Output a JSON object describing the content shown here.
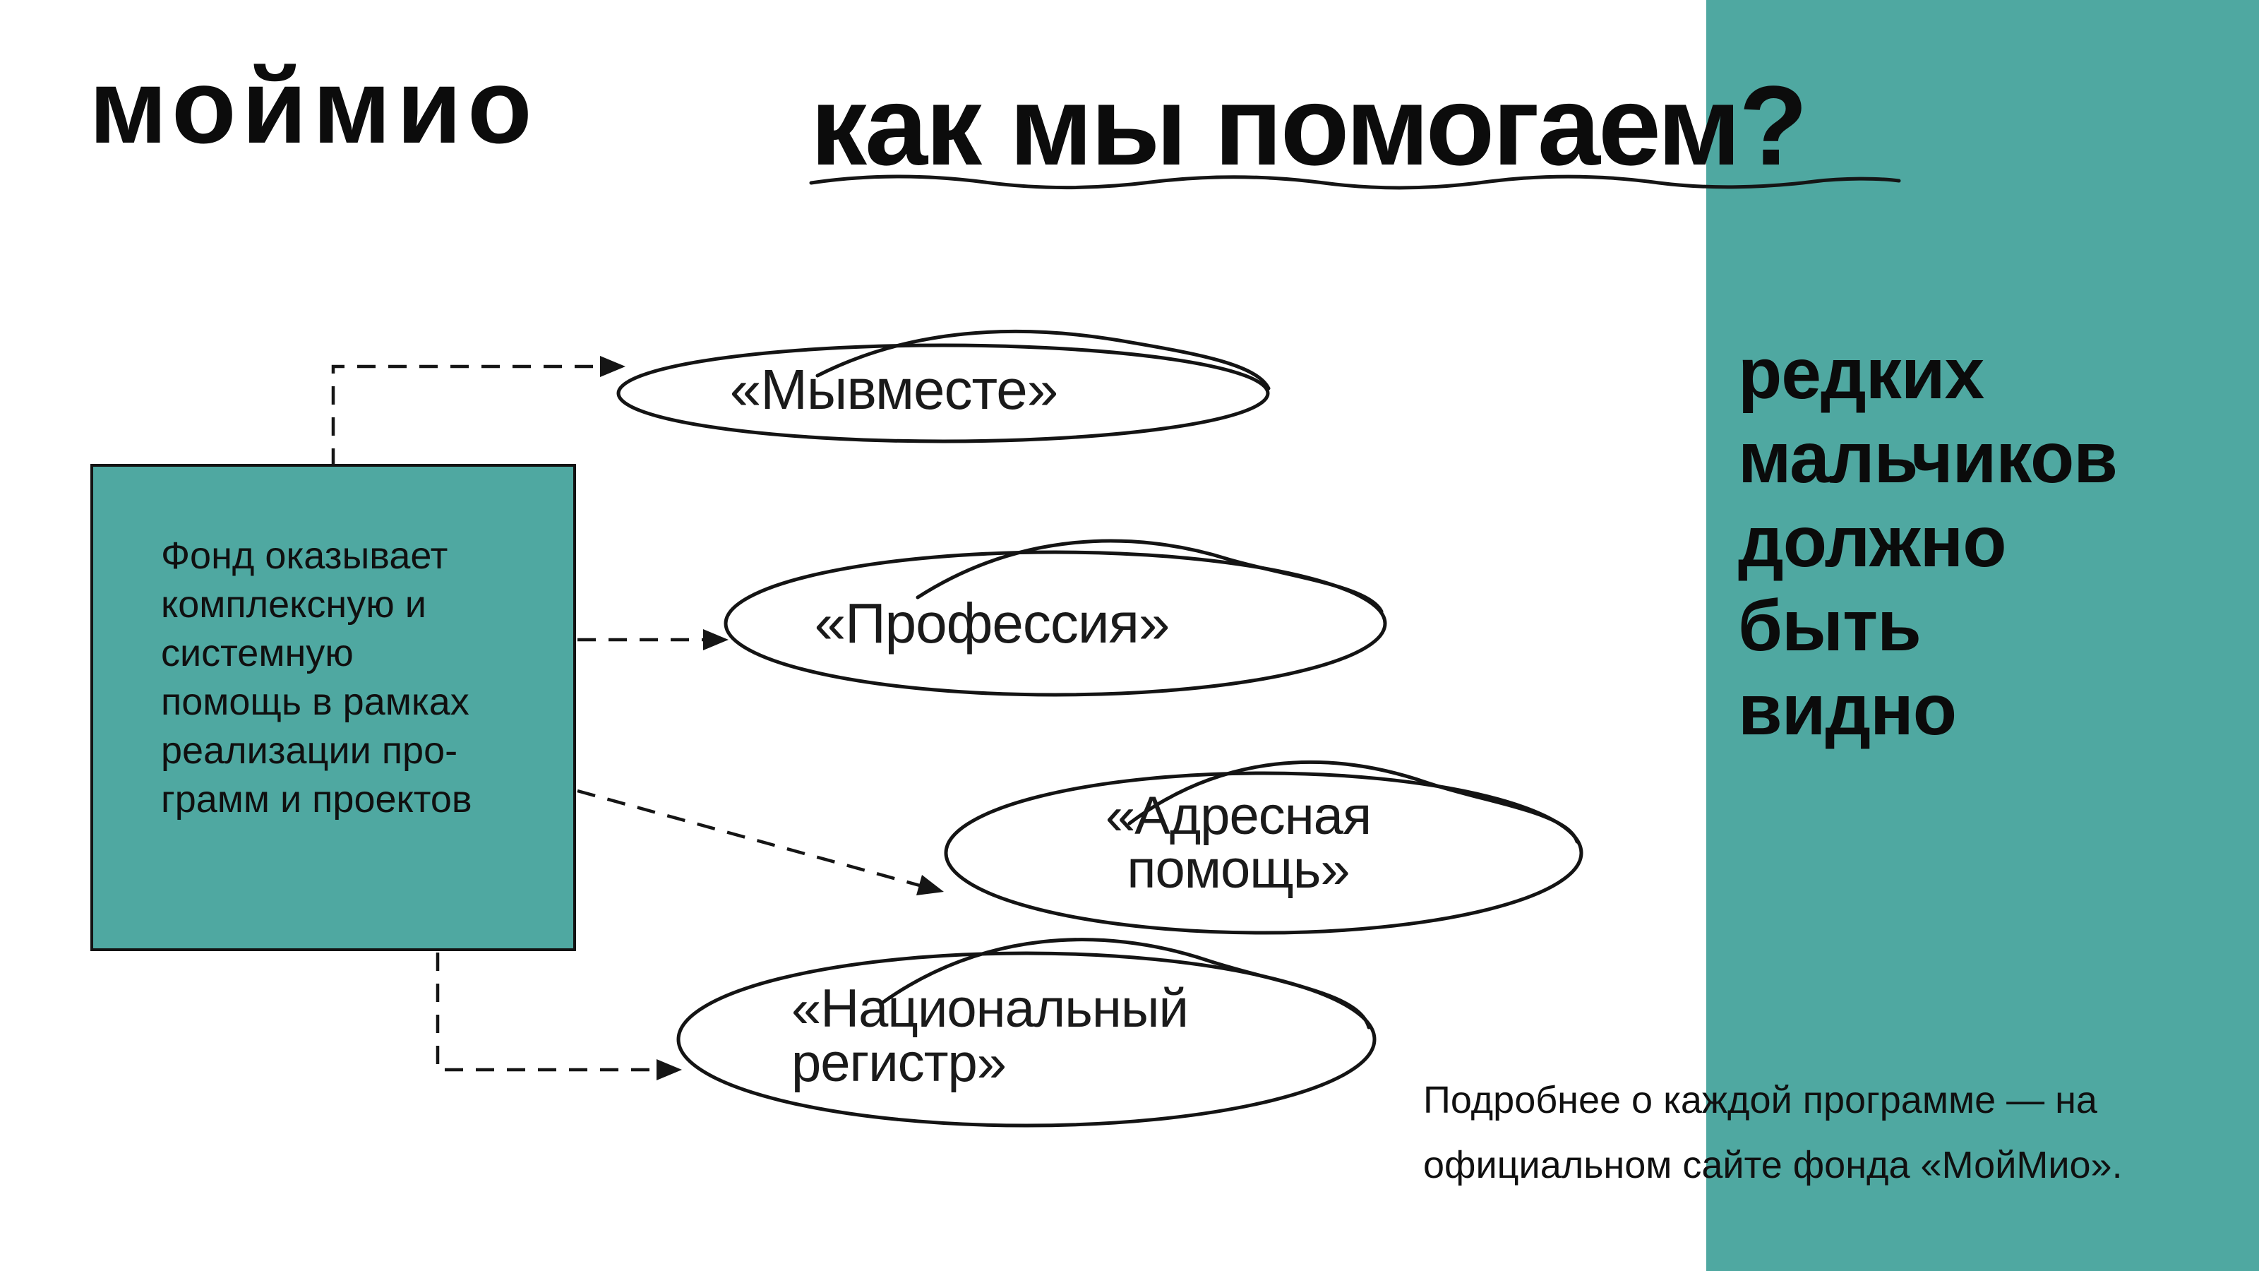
{
  "slide": {
    "background": "#ffffff",
    "accent": "#4FA8A1",
    "ink": "#111111"
  },
  "header": {
    "logo": "моймио",
    "title": "как мы помогаем?"
  },
  "sidebar": {
    "headline_lines": [
      "редких",
      "мальчиков",
      "должно",
      "быть",
      "видно"
    ]
  },
  "info_box": {
    "lines": [
      "Фонд оказывает",
      "комплексную и",
      "системную",
      "помощь в рамках",
      "реализации про-",
      "грамм и проектов"
    ]
  },
  "programs": [
    {
      "label_lines": [
        "«Мывместе»"
      ]
    },
    {
      "label_lines": [
        "«Профессия»"
      ]
    },
    {
      "label_lines": [
        "«Адресная",
        "помощь»"
      ]
    },
    {
      "label_lines": [
        "«Национальный",
        "регистр»"
      ]
    }
  ],
  "footnote": {
    "lines": [
      "Подробнее о каждой программе — на",
      "официальном сайте фонда «МойМио»."
    ]
  }
}
